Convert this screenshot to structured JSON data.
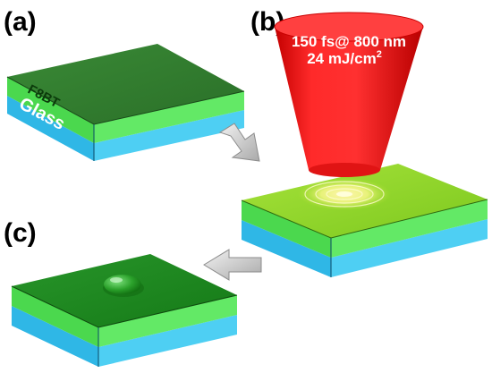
{
  "panels": {
    "a": "(a)",
    "b": "(b)",
    "c": "(c)"
  },
  "layers": {
    "film": "F8BT",
    "substrate": "Glass"
  },
  "laser": {
    "line1": "150 fs@ 800 nm",
    "line2_main": "24 mJ/cm",
    "line2_sup": "2"
  },
  "droplet": {
    "label": "Droplet of F8BT"
  },
  "colors": {
    "film_top_a": "#2f7f2c",
    "film_top_b": "#8fd42a",
    "film_top_c": "#1f8a1f",
    "film_side": "#57e65a",
    "glass_side": "#33c2ee",
    "laser": "#ff1a1a",
    "arrow": "#cfcfcf"
  }
}
